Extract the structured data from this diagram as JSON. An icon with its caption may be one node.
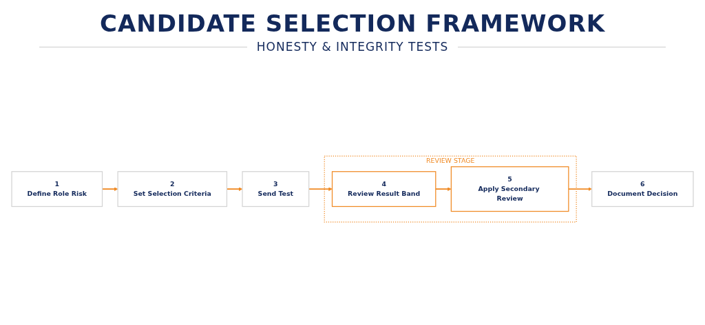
{
  "diagram": {
    "title": "CANDIDATE SELECTION FRAMEWORK",
    "nodes": [
      {
        "text": [
          "1",
          "Define Role Risk"
        ]
      },
      {
        "text": [
          "2",
          "Set Selection Criteria"
        ]
      },
      {
        "text": [
          "3",
          "Send Test"
        ]
      },
      {
        "text": [
          "REVIEW STAGE"
        ]
      },
      {
        "text": [
          "4",
          "Review Result Band"
        ],
        "in": 3
      },
      {
        "text": [
          "5",
          "Apply Secondary Review"
        ],
        "in": 3
      },
      {
        "text": [
          "6",
          "Document Decision"
        ]
      }
    ],
    "edges": [
      {
        "from": 0,
        "to": 1,
        "arrow": "to"
      },
      {
        "from": 1,
        "to": 2,
        "arrow": "to"
      },
      {
        "from": 2,
        "to": 4,
        "arrow": "to"
      },
      {
        "from": 4,
        "to": 5,
        "arrow": "to"
      },
      {
        "from": 5,
        "to": 6,
        "arrow": "to"
      }
    ],
    "labels": [
      "HONESTY & INTEGRITY TESTS"
    ]
  }
}
